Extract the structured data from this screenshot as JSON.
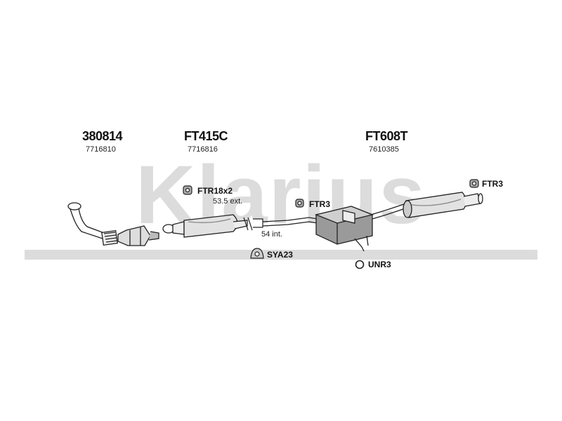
{
  "watermark": {
    "text": "Klarius",
    "color": "#d9d9d9"
  },
  "assemblies": [
    {
      "code": "380814",
      "number": "7716810"
    },
    {
      "code": "FT415C",
      "number": "7716816"
    },
    {
      "code": "FT608T",
      "number": "7610385"
    }
  ],
  "callouts": {
    "ftr18": "FTR18x2",
    "ftr3_mid": "FTR3",
    "ftr3_right": "FTR3",
    "sya23": "SYA23",
    "unr3": "UNR3"
  },
  "notes": {
    "ext": "53.5 ext.",
    "int": "54 int."
  },
  "colors": {
    "line": "#222222",
    "shade": "#9a9a9a",
    "light": "#e6e6e6"
  }
}
